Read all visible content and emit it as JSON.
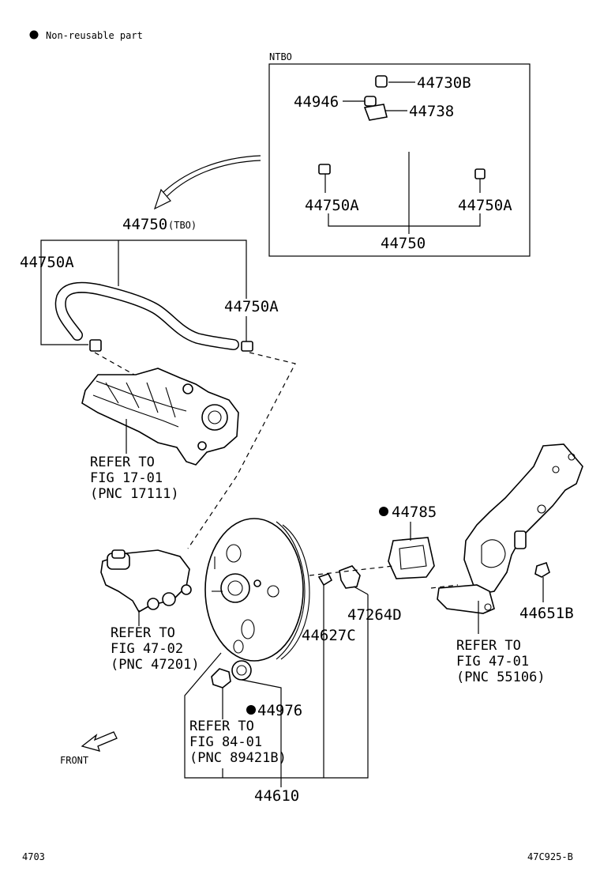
{
  "legend": {
    "text": "Non-reusable part"
  },
  "ntbo_box": {
    "title": "NTBO",
    "parts": [
      "44730B",
      "44946",
      "44738",
      "44750A",
      "44750A",
      "44750"
    ]
  },
  "main": {
    "hose_label": "44750",
    "hose_suffix": "(TBO)",
    "clamp_left": "44750A",
    "clamp_right": "44750A",
    "ref_manifold": [
      "REFER TO",
      "FIG 17-01",
      "(PNC 17111)"
    ],
    "ref_master_cyl": [
      "REFER TO",
      "FIG 47-02",
      "(PNC 47201)"
    ],
    "ref_sensor": [
      "REFER TO",
      "FIG 84-01",
      "(PNC 89421B)"
    ],
    "ref_bracket": [
      "REFER TO",
      "FIG 47-01",
      "(PNC 55106)"
    ],
    "gasket": "44785",
    "gasket_pin": "44976",
    "clevis": "47264D",
    "nut": "44627C",
    "bracket_nut": "44651B",
    "booster": "44610",
    "front": "FRONT"
  },
  "footer": {
    "left": "4703",
    "right": "47C925-B"
  }
}
